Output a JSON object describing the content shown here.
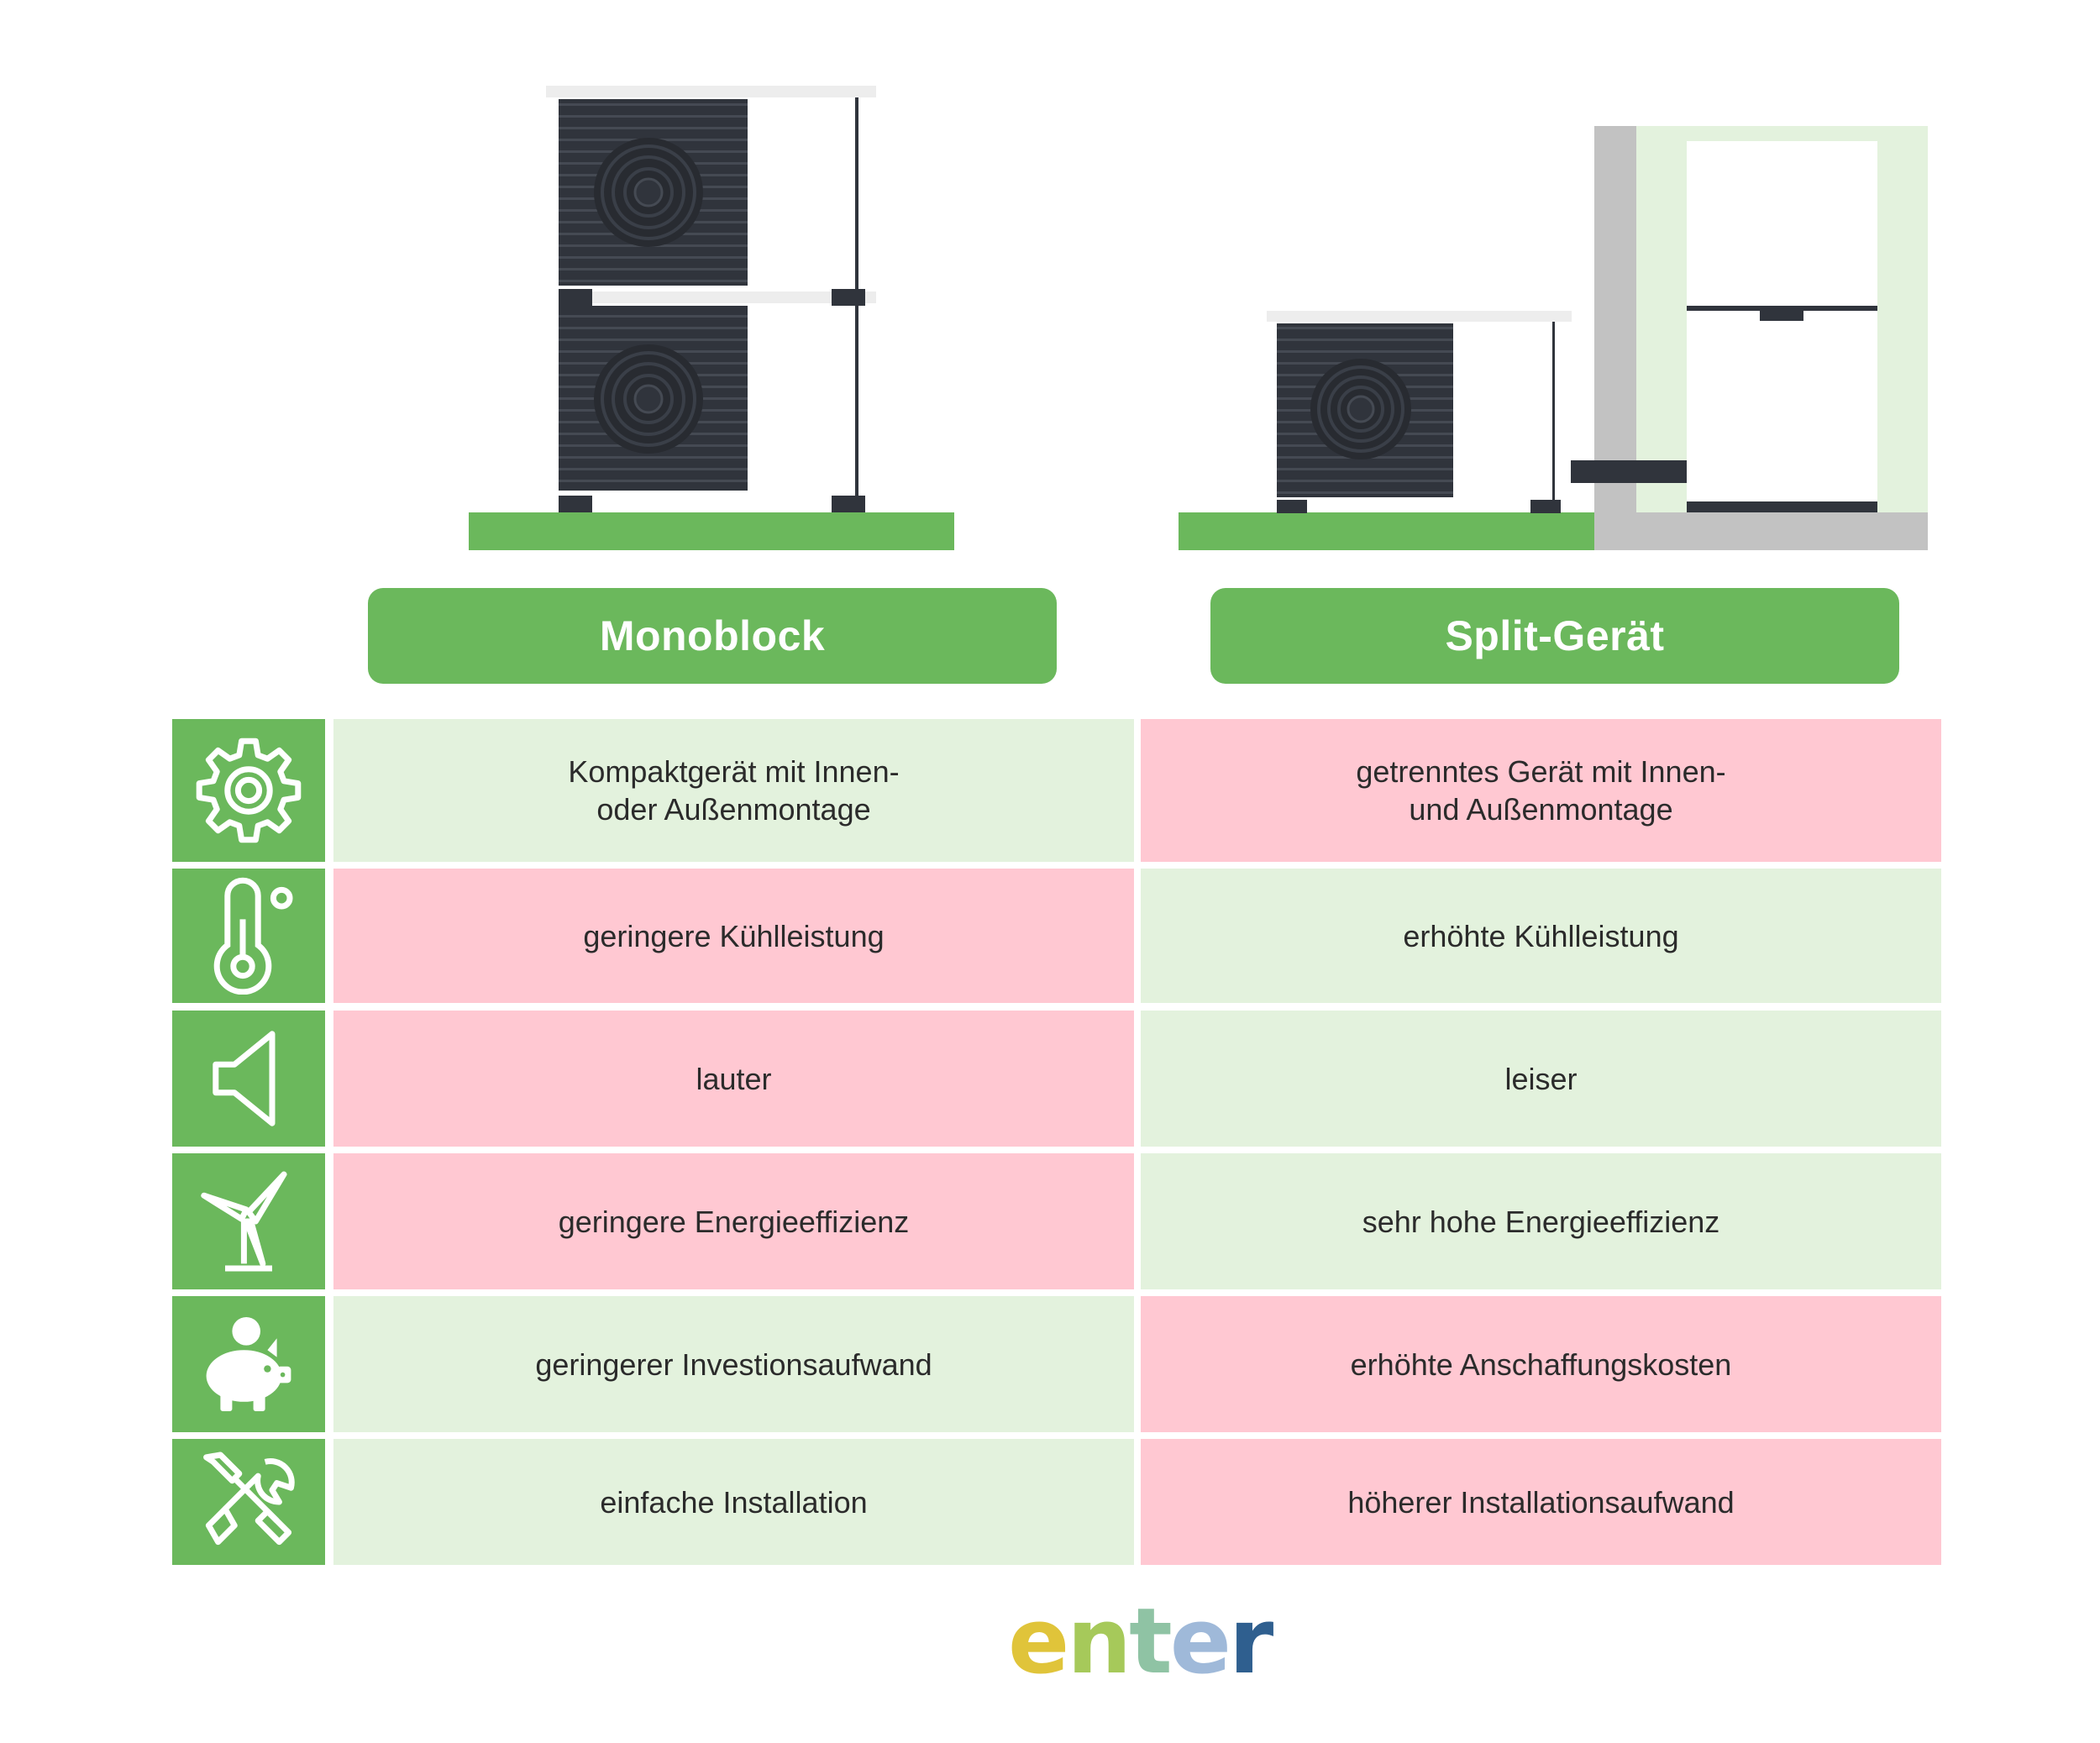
{
  "colors": {
    "green": "#6bb85c",
    "light_green": "#e3f2dd",
    "pink": "#ffc8d2",
    "unit_dark": "#30343c",
    "wall_grey": "#c2c2c2"
  },
  "columns": [
    {
      "label": "Monoblock"
    },
    {
      "label": "Split-Gerät"
    }
  ],
  "rows": [
    {
      "icon": "gear-icon",
      "monoblock": {
        "text": "Kompaktgerät mit Innen-\noder Außenmontage",
        "tone": "positive"
      },
      "split": {
        "text": "getrenntes Gerät mit Innen-\nund Außenmontage",
        "tone": "negative"
      }
    },
    {
      "icon": "thermometer-icon",
      "monoblock": {
        "text": "geringere Kühlleistung",
        "tone": "negative"
      },
      "split": {
        "text": "erhöhte Kühlleistung",
        "tone": "positive"
      }
    },
    {
      "icon": "speaker-icon",
      "monoblock": {
        "text": "lauter",
        "tone": "negative"
      },
      "split": {
        "text": "leiser",
        "tone": "positive"
      }
    },
    {
      "icon": "wind-turbine-icon",
      "monoblock": {
        "text": "geringere Energieeffizienz",
        "tone": "negative"
      },
      "split": {
        "text": "sehr hohe Energieeffizienz",
        "tone": "positive"
      }
    },
    {
      "icon": "piggy-bank-icon",
      "monoblock": {
        "text": "geringerer Investionsaufwand",
        "tone": "positive"
      },
      "split": {
        "text": "erhöhte Anschaffungskosten",
        "tone": "negative"
      }
    },
    {
      "icon": "tools-icon",
      "monoblock": {
        "text": "einfache Installation",
        "tone": "positive"
      },
      "split": {
        "text": "höherer Installationsaufwand",
        "tone": "negative"
      }
    }
  ],
  "logo": {
    "text": "enter",
    "letters": [
      "e",
      "n",
      "t",
      "e",
      "r"
    ],
    "letter_colors": [
      "#e0c43a",
      "#a6c95a",
      "#8fc3a4",
      "#9fb9d9",
      "#2f5f8f"
    ]
  }
}
